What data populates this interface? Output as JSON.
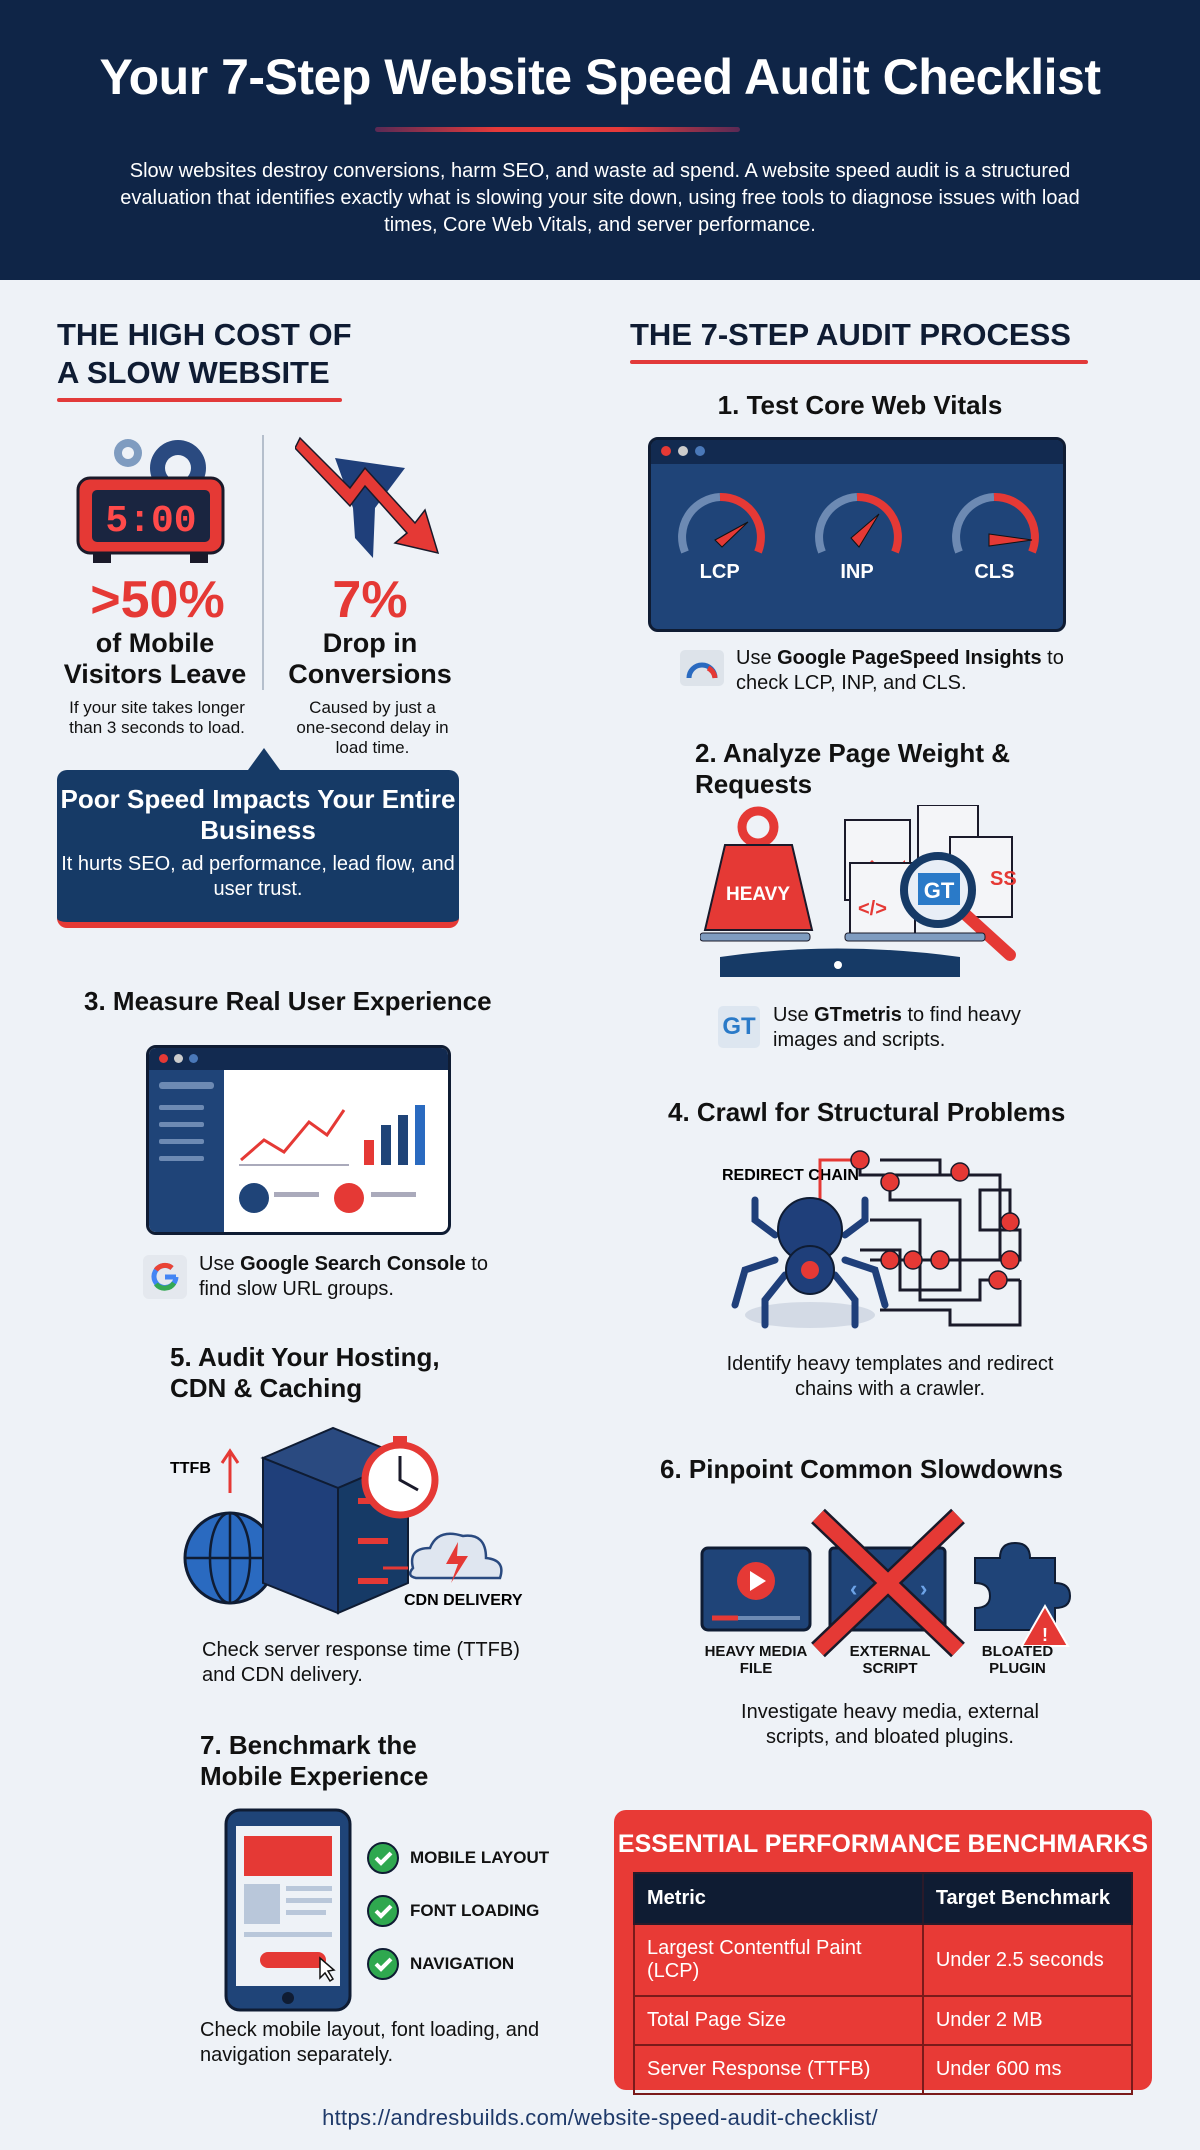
{
  "header": {
    "title": "Your 7-Step Website Speed Audit Checklist",
    "intro": "Slow websites destroy conversions, harm SEO, and waste ad spend. A website speed audit is a structured evaluation that identifies exactly what is slowing your site down, using free tools to diagnose issues with load times, Core Web Vitals, and server performance."
  },
  "cost": {
    "title_line1": "THE HIGH COST OF",
    "title_line2": "A SLOW WEBSITE",
    "clock_display": "5:00",
    "stat1": {
      "value": ">50%",
      "label_line1": "of Mobile",
      "label_line2": "Visitors Leave",
      "note": "If your site takes longer than 3 seconds to load."
    },
    "stat2": {
      "value": "7%",
      "label_line1": "Drop in",
      "label_line2": "Conversions",
      "note": "Caused by just a one-second delay in load time."
    },
    "impact_title": "Poor Speed Impacts Your Entire Business",
    "impact_text": "It hurts SEO, ad performance, lead flow, and user trust."
  },
  "process": {
    "title": "THE 7-STEP AUDIT PROCESS",
    "step1": {
      "title": "1. Test Core Web Vitals",
      "gauges": [
        "LCP",
        "INP",
        "CLS"
      ],
      "pre": "Use ",
      "tool": "Google PageSpeed Insights",
      "post": " to check LCP, INP, and CLS."
    },
    "step2": {
      "title": "2. Analyze Page Weight & Requests",
      "weight_label": "HEAVY",
      "badge": "GT",
      "code": "</>",
      "css": "SS",
      "tool_icon": "GT",
      "pre": "Use ",
      "tool": "GTmetris",
      "post": " to find heavy images and scripts."
    },
    "step3": {
      "title": "3. Measure Real User Experience",
      "pre": "Use ",
      "tool": "Google Search Console",
      "post": " to find slow URL groups."
    },
    "step4": {
      "title": "4. Crawl for Structural Problems",
      "redirect_label": "REDIRECT CHAIN",
      "text": "Identify heavy templates and redirect chains with a crawler."
    },
    "step5": {
      "title": "5. Audit Your Hosting, CDN & Caching",
      "ttfb_label": "TTFB",
      "cdn_label": "CDN DELIVERY",
      "text": "Check server response time (TTFB) and CDN delivery."
    },
    "step6": {
      "title": "6. Pinpoint Common Slowdowns",
      "items": [
        "HEAVY MEDIA FILE",
        "EXTERNAL SCRIPT",
        "BLOATED PLUGIN"
      ],
      "text": "Investigate heavy media, external scripts, and bloated plugins."
    },
    "step7": {
      "title": "7. Benchmark the Mobile Experience",
      "checks": [
        "MOBILE LAYOUT",
        "FONT LOADING",
        "NAVIGATION"
      ],
      "text": "Check mobile layout, font loading, and navigation separately."
    }
  },
  "benchmarks": {
    "title": "ESSENTIAL PERFORMANCE BENCHMARKS",
    "columns": [
      "Metric",
      "Target Benchmark"
    ],
    "rows": [
      [
        "Largest Contentful Paint (LCP)",
        "Under 2.5 seconds"
      ],
      [
        "Total Page Size",
        "Under 2 MB"
      ],
      [
        "Server Response (TTFB)",
        "Under 600 ms"
      ]
    ]
  },
  "footer": {
    "url": "https://andresbuilds.com/website-speed-audit-checklist/"
  },
  "colors": {
    "navy": "#0f2547",
    "red": "#e53935",
    "blue": "#163a66",
    "background": "#eef2f7"
  }
}
